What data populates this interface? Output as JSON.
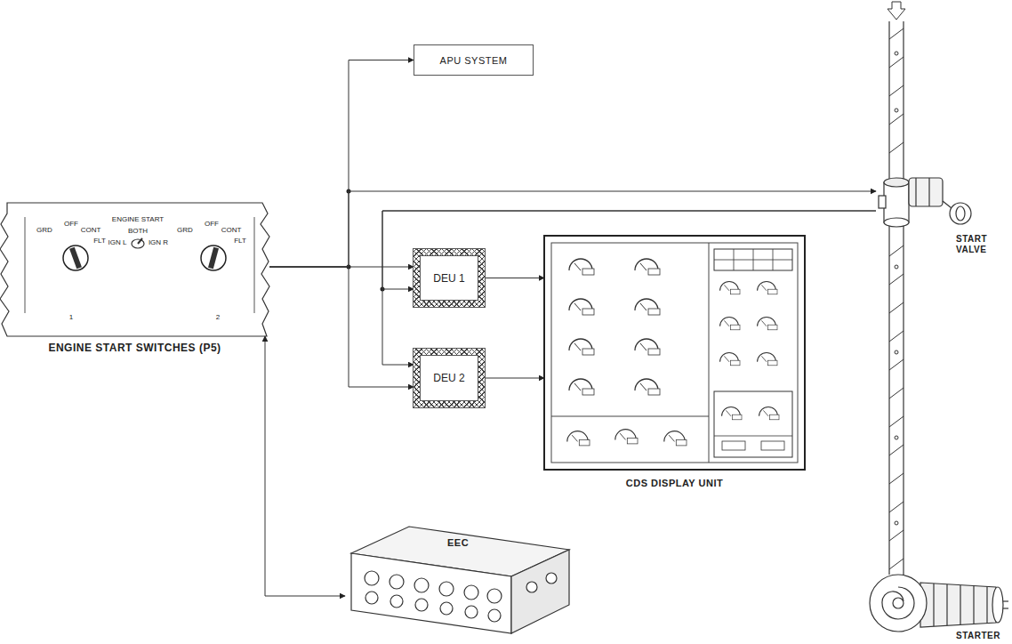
{
  "diagram": {
    "nodes": [
      {
        "text": [
          "ENGINE START SWITCHES (P5)"
        ]
      },
      {
        "text": [
          "APU SYSTEM"
        ]
      },
      {
        "text": [
          "DEU 1"
        ]
      },
      {
        "text": [
          "DEU 2"
        ]
      },
      {
        "text": [
          "CDS DISPLAY UNIT"
        ]
      },
      {
        "text": [
          "START VALVE"
        ]
      },
      {
        "text": [
          "EEC"
        ]
      },
      {
        "text": [
          "STARTER"
        ]
      }
    ],
    "edges": [
      {
        "from": 0,
        "to": 1,
        "arrow": "to"
      },
      {
        "from": 0,
        "to": 5,
        "arrow": "to"
      },
      {
        "from": 0,
        "to": 2,
        "arrow": "to"
      },
      {
        "from": 0,
        "to": 3,
        "arrow": "to"
      },
      {
        "from": 5,
        "to": 2,
        "arrow": "to"
      },
      {
        "from": 5,
        "to": 3,
        "arrow": "to"
      },
      {
        "from": 2,
        "to": 4,
        "arrow": "to"
      },
      {
        "from": 3,
        "to": 4,
        "arrow": "to"
      },
      {
        "from": 0,
        "to": 6,
        "arrow": "both"
      }
    ],
    "labels": [
      "ENGINE START",
      "GRD",
      "OFF",
      "CONT",
      "FLT",
      "IGN L",
      "BOTH",
      "IGN R",
      "GRD",
      "OFF",
      "CONT",
      "FLT",
      "1",
      "2"
    ]
  }
}
